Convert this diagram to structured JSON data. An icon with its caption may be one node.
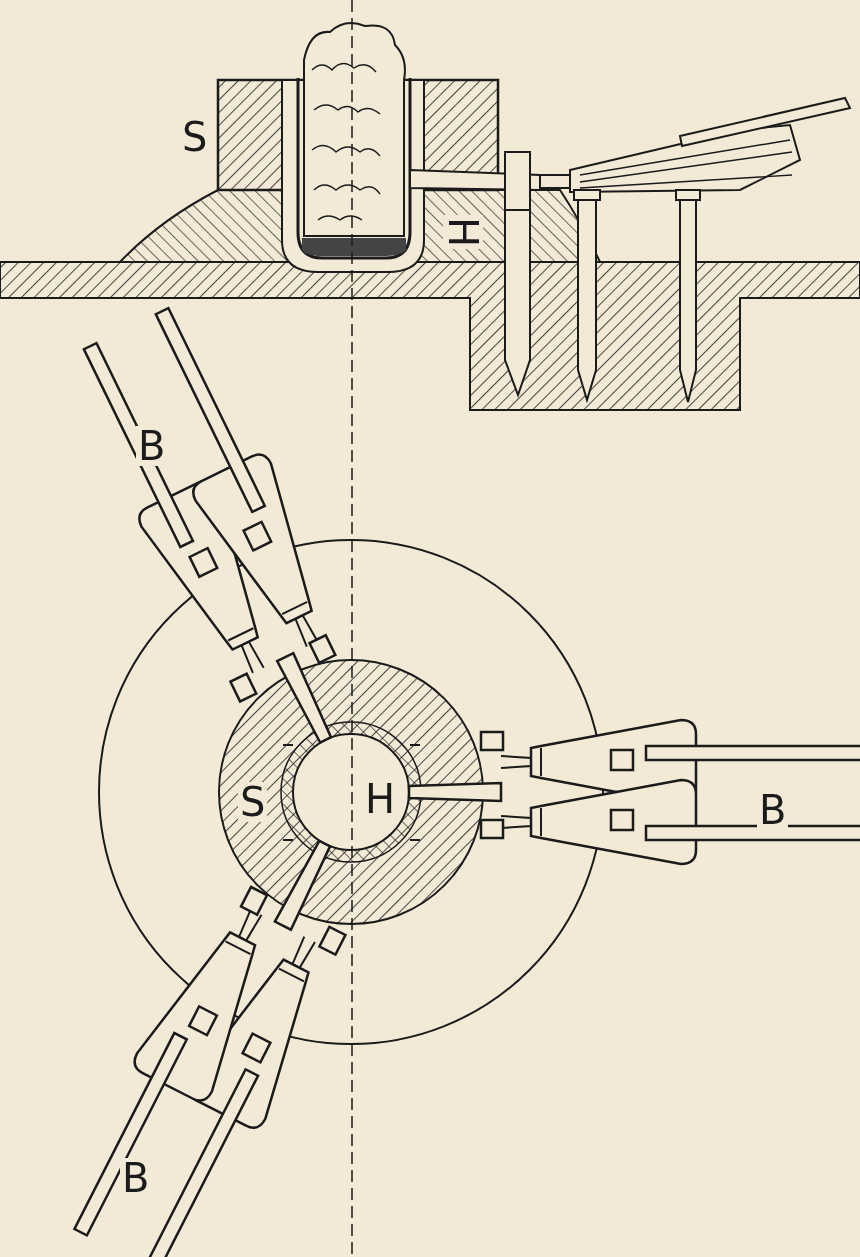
{
  "diagram": {
    "labels": [
      "S",
      "H",
      "B",
      "S",
      "H",
      "B",
      "B"
    ]
  }
}
